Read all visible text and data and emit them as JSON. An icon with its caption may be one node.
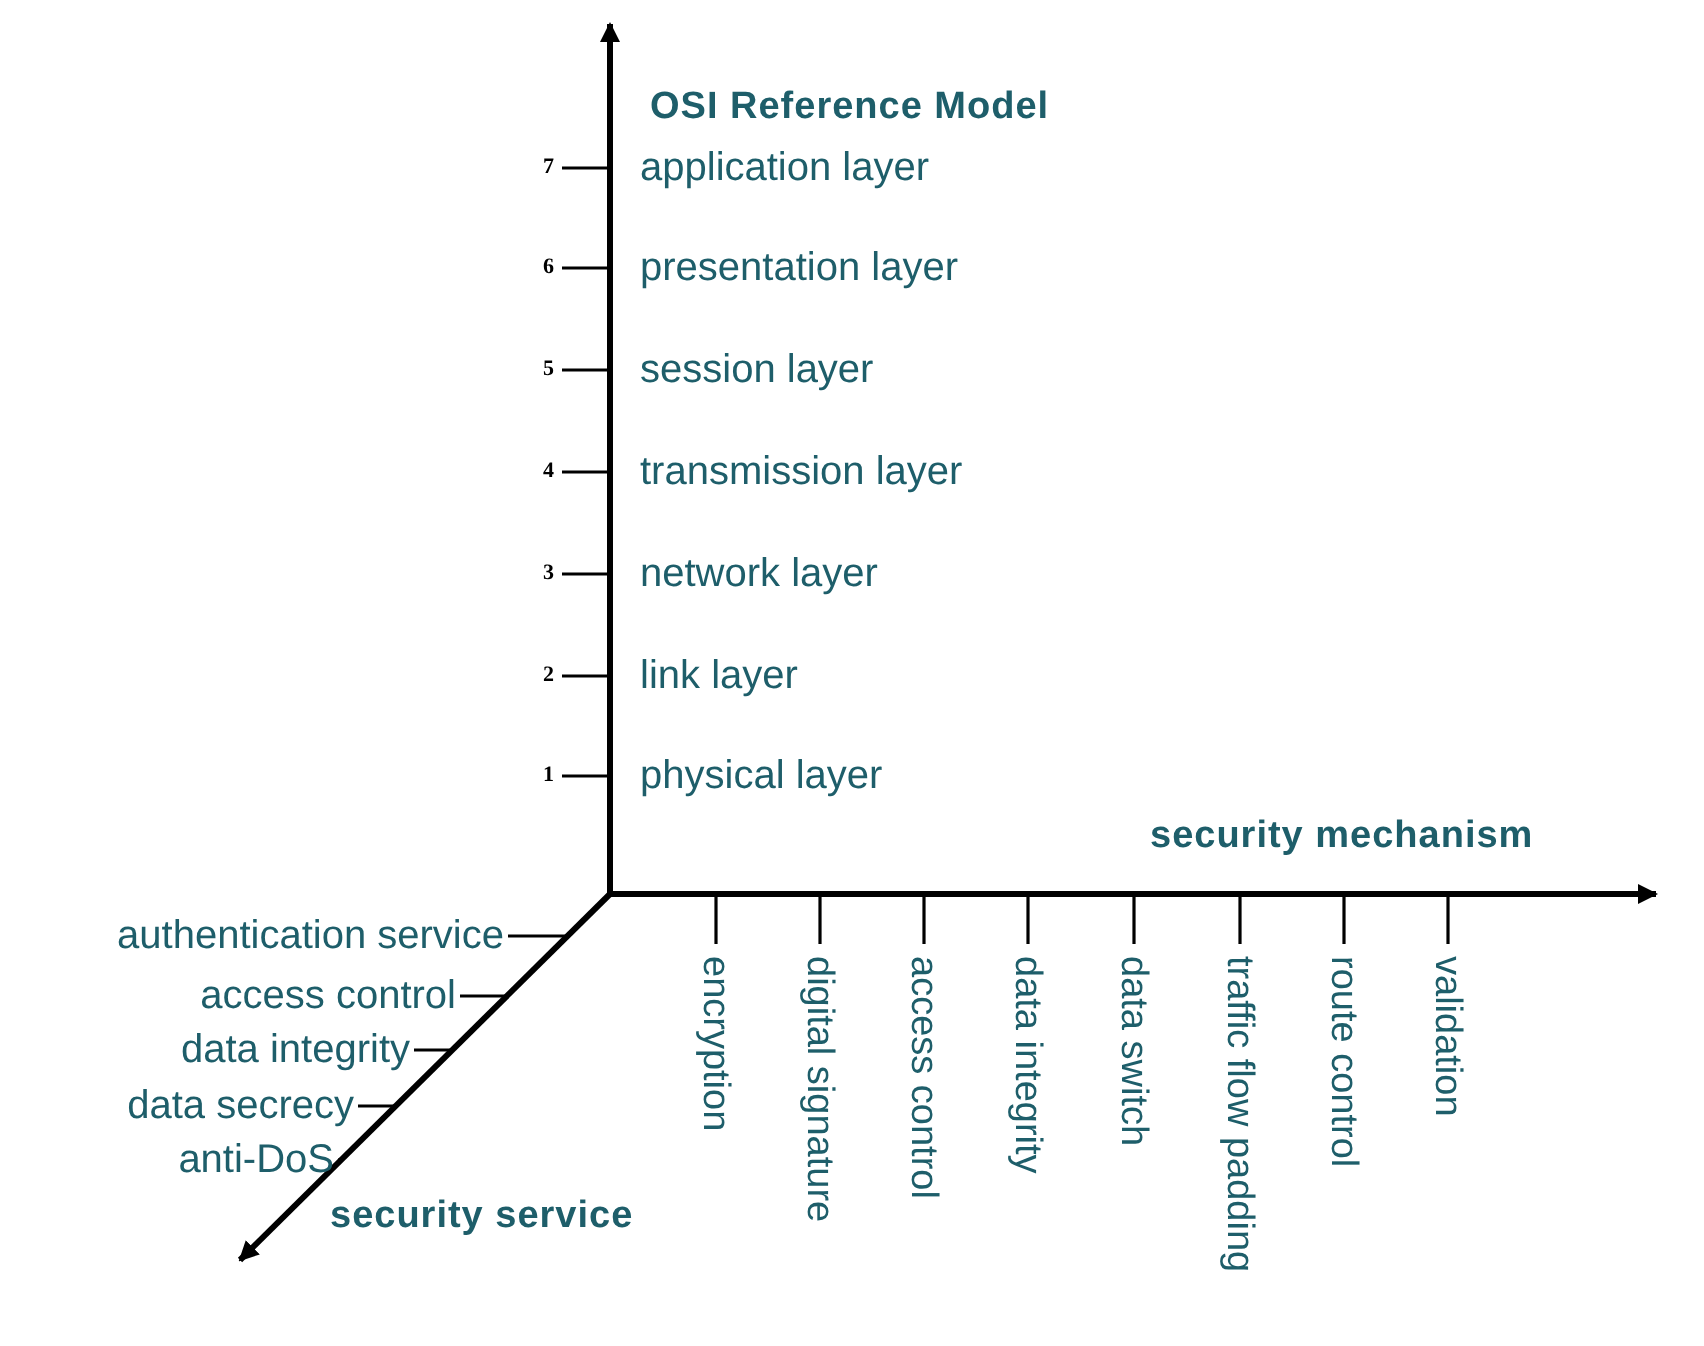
{
  "diagram": {
    "labels": [
      "OSI Reference Model",
      "7",
      "application layer",
      "6",
      "presentation layer",
      "5",
      "session layer",
      "4",
      "transmission layer",
      "3",
      "network layer",
      "2",
      "link layer",
      "1",
      "physical layer",
      "security mechanism",
      "authentication service",
      "access control",
      "data integrity",
      "data secrecy",
      "anti-DoS",
      "encryption",
      "digital signature",
      "access control",
      "data integrity",
      "data switch",
      "traffic flow padding",
      "route control",
      "validation",
      "security service"
    ]
  }
}
